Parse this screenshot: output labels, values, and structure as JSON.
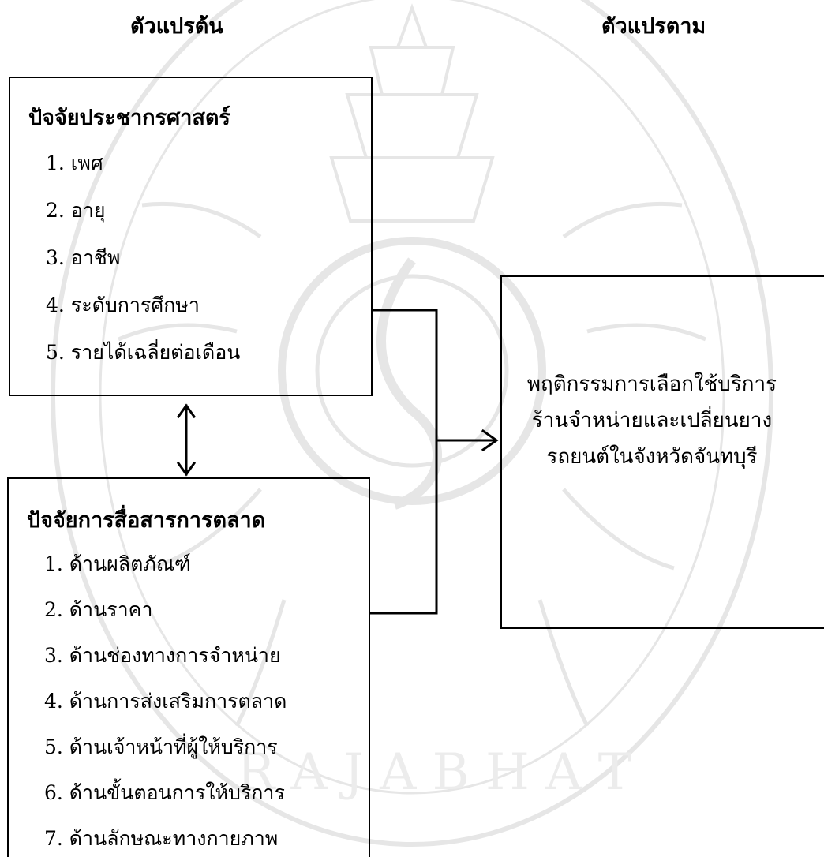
{
  "headings": {
    "independent": "ตัวแปรต้น",
    "dependent": "ตัวแปรตาม"
  },
  "demographic": {
    "title": "ปัจจัยประชากรศาสตร์",
    "items": [
      "1. เพศ",
      "2. อายุ",
      "3. อาชีพ",
      "4. ระดับการศึกษา",
      "5. รายได้เฉลี่ยต่อเดือน"
    ]
  },
  "marketing": {
    "title": "ปัจจัยการสื่อสารการตลาด",
    "items": [
      "1. ด้านผลิตภัณฑ์",
      "2. ด้านราคา",
      "3. ด้านช่องทางการจำหน่าย",
      "4. ด้านการส่งเสริมการตลาด",
      "5. ด้านเจ้าหน้าที่ผู้ให้บริการ",
      "6. ด้านขั้นตอนการให้บริการ",
      "7. ด้านลักษณะทางกายภาพ"
    ]
  },
  "outcome": {
    "lines": [
      "พฤติกรรมการเลือกใช้บริการ",
      "ร้านจำหน่ายและเปลี่ยนยาง",
      "รถยนต์ในจังหวัดจันทบุรี"
    ]
  },
  "watermark_text": "RAJABHAT UNIVERSITY",
  "colors": {
    "ink": "#000000",
    "watermark": "#e8e8e8"
  }
}
